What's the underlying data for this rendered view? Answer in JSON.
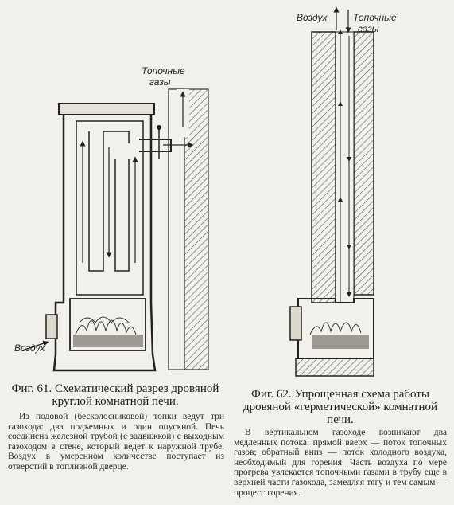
{
  "fig61": {
    "caption": "Фиг. 61. Схематический разрез дровяной круглой комнатной печи.",
    "description": "Из подовой (бесколосниковой) топки ведут три газохода: два подъемных и один опускной. Печь соединена железной трубой (с задвижкой) с выходным газоходом в стене, который ведет к наружной трубе. Воздух в умеренном количестве поступает из отверстий в топливной дверце.",
    "label_gases_1": "Топочные",
    "label_gases_2": "газы",
    "label_air": "Воздух"
  },
  "fig62": {
    "caption": "Фиг. 62. Упрощенная схема работы дровяной «герметической» комнатной печи.",
    "description": "В вертикальном газоходе возникают два медленных потока: прямой вверх — поток топочных газов; обратный вниз — поток холодного воздуха, необходимый для горения. Часть воздуха по мере прогрева увлекается топочными газами в трубу еще в верхней части газохода, замедляя тягу и тем самым — процесс горения.",
    "label_air": "Воздух",
    "label_gases_1": "Топочные",
    "label_gases_2": "газы"
  }
}
